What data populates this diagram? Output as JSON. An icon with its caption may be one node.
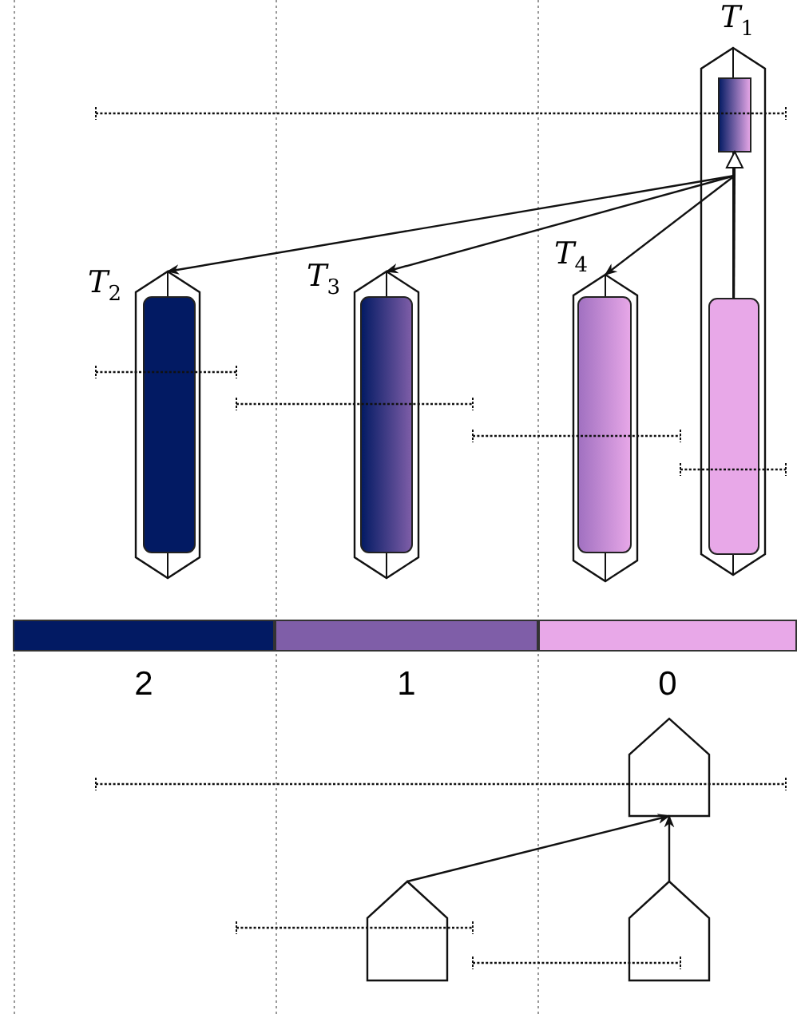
{
  "diagram": {
    "nodes": [
      {
        "text": [
          "T$_{1}$"
        ]
      },
      {
        "text": [],
        "shape": "box",
        "in": 0
      },
      {
        "text": [],
        "shape": "bar",
        "in": 0
      },
      {
        "text": [
          "T$_{2}$"
        ]
      },
      {
        "text": [],
        "shape": "bar",
        "in": 3
      },
      {
        "text": [
          "T$_{3}$"
        ]
      },
      {
        "text": [],
        "shape": "bar",
        "in": 5
      },
      {
        "text": [
          "T$_{4}$"
        ]
      },
      {
        "text": [],
        "shape": "bar",
        "in": 7
      },
      {
        "text": [],
        "shape": "house"
      },
      {
        "text": [],
        "shape": "house"
      },
      {
        "text": [],
        "shape": "house"
      }
    ],
    "edges": [
      {
        "from": 2,
        "to": 1,
        "arrow": "to"
      },
      {
        "from": 1,
        "to": 3,
        "arrow": "to"
      },
      {
        "from": 1,
        "to": 5,
        "arrow": "to"
      },
      {
        "from": 1,
        "to": 7,
        "arrow": "to"
      },
      {
        "from": 10,
        "to": 9,
        "arrow": "to"
      },
      {
        "from": 11,
        "to": 9,
        "arrow": "to"
      }
    ],
    "legend": [
      {
        "text": "2",
        "color": "#021a63"
      },
      {
        "text": "1",
        "color": "#7f5ea8"
      },
      {
        "text": "0",
        "color": "#e8a8e8"
      }
    ]
  }
}
